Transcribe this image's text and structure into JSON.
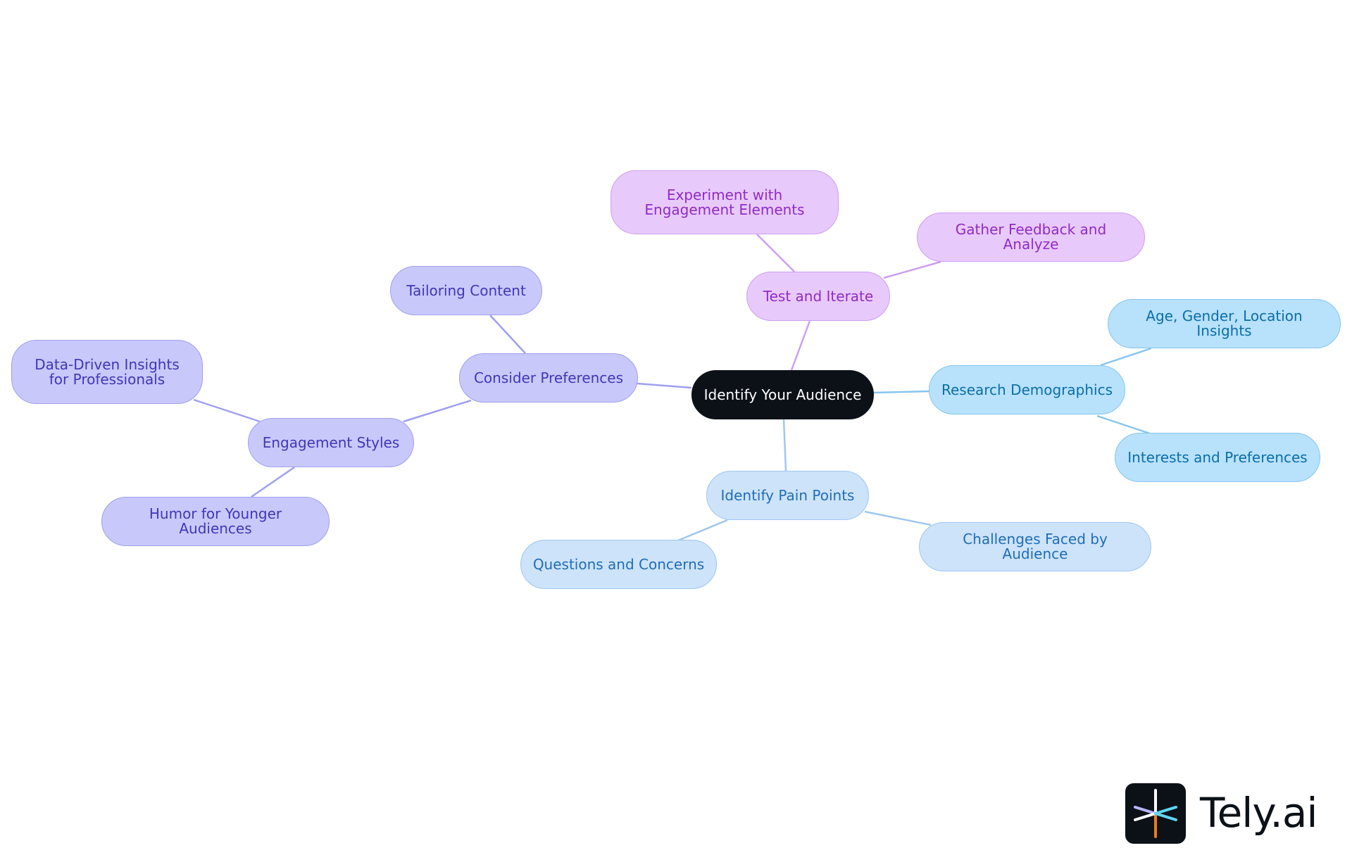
{
  "diagram": {
    "root": "Identify Your Audience",
    "branches": [
      {
        "label": "Consider Preferences",
        "children": [
          "Tailoring Content",
          {
            "label": "Engagement Styles",
            "children": [
              "Data-Driven Insights for Professionals",
              "Humor for Younger Audiences"
            ]
          }
        ]
      },
      {
        "label": "Test and Iterate",
        "children": [
          "Experiment with Engagement Elements",
          "Gather Feedback and Analyze"
        ]
      },
      {
        "label": "Research Demographics",
        "children": [
          "Age, Gender, Location Insights",
          "Interests and Preferences"
        ]
      },
      {
        "label": "Identify Pain Points",
        "children": [
          "Questions and Concerns",
          "Challenges Faced by Audience"
        ]
      }
    ]
  },
  "colors": {
    "root": "#0c1118",
    "preferences_branch": "#c9c8fb",
    "iterate_branch": "#e8c9fb",
    "demographics_branch": "#b8e1fb",
    "pain_points_branch": "#cde3fa"
  },
  "brand": {
    "name": "Tely.ai",
    "logo_icon": "asterisk-logo-icon"
  }
}
